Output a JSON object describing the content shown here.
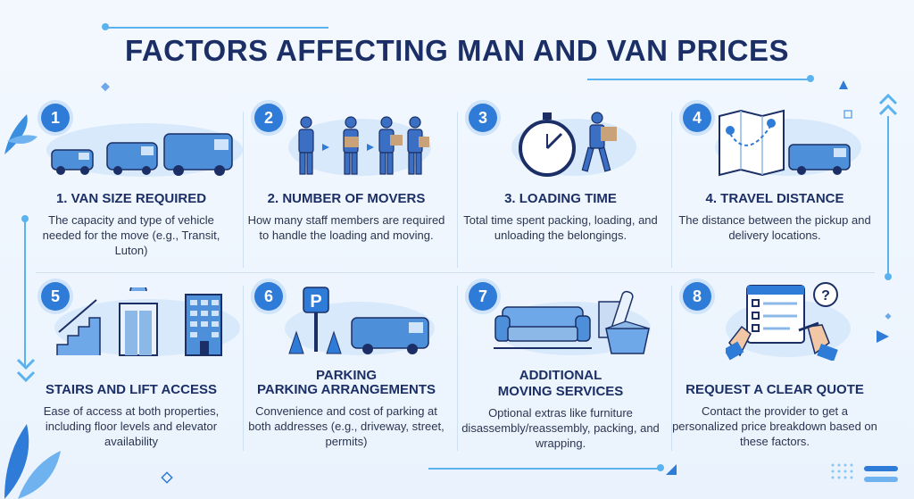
{
  "title": "FACTORS AFFECTING MAN AND VAN PRICES",
  "cards": [
    {
      "number": "1",
      "title": "1. VAN SIZE REQUIRED",
      "title2": "",
      "desc": "The capacity and type of vehicle needed for the move (e.g., Transit, Luton)"
    },
    {
      "number": "2",
      "title": "2. NUMBER OF MOVERS",
      "title2": "",
      "desc": "How many staff members are required to handle the loading and moving."
    },
    {
      "number": "3",
      "title": "3. LOADING TIME",
      "title2": "",
      "desc": "Total time spent packing, loading, and unloading the belongings."
    },
    {
      "number": "4",
      "title": "4. TRAVEL DISTANCE",
      "title2": "",
      "desc": "The distance between the pickup and delivery locations."
    },
    {
      "number": "5",
      "title": "STAIRS AND LIFT ACCESS",
      "title2": "",
      "desc": "Ease of access at both properties, including floor levels and elevator availability"
    },
    {
      "number": "6",
      "title": "PARKING",
      "title2": "PARKING ARRANGEMENTS",
      "desc": "Convenience and cost of parking at both addresses (e.g., driveway, street, permits)"
    },
    {
      "number": "7",
      "title": "ADDITIONAL",
      "title2": "MOVING SERVICES",
      "desc": "Optional extras like furniture disassembly/reassembly, packing, and wrapping."
    },
    {
      "number": "8",
      "title": "REQUEST A CLEAR QUOTE",
      "title2": "",
      "desc": "Contact the provider to get a personalized price breakdown based on these factors."
    }
  ],
  "icons": {
    "parking_sign": "P",
    "question": "?"
  },
  "colors": {
    "primary": "#2f7bd8",
    "navy": "#1b2f66",
    "light": "#cfe4fb"
  }
}
